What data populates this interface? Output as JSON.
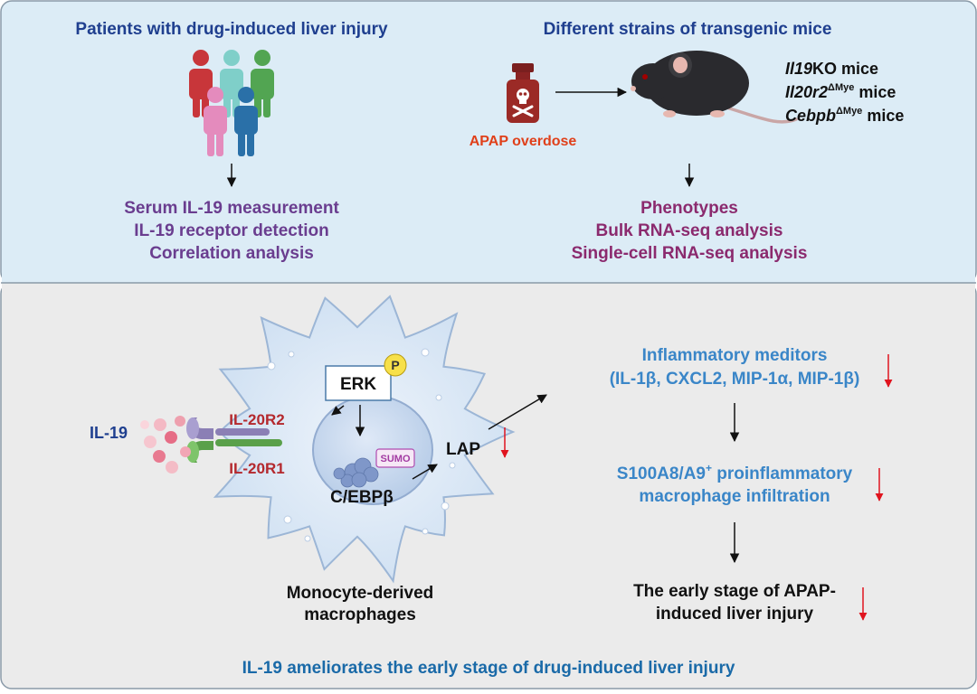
{
  "top": {
    "left_title": "Patients with drug-induced liver injury",
    "right_title": "Different strains of transgenic mice",
    "left_steps": [
      "Serum IL-19 measurement",
      "IL-19 receptor detection",
      "Correlation analysis"
    ],
    "apap_label": "APAP overdose",
    "mouse_strains": [
      {
        "gene": "Il19",
        "suffix": "KO mice",
        "sup": ""
      },
      {
        "gene": "Il20r2",
        "suffix": " mice",
        "sup": "ΔMye"
      },
      {
        "gene": "Cebpb",
        "suffix": " mice",
        "sup": "ΔMye"
      }
    ],
    "right_steps": [
      "Phenotypes",
      "Bulk RNA-seq analysis",
      "Single-cell RNA-seq analysis"
    ]
  },
  "bottom": {
    "ligand_label": "IL-19",
    "receptor_1": "IL-20R2",
    "receptor_2": "IL-20R1",
    "kinase": "ERK",
    "phospho": "P",
    "sumo": "SUMO",
    "tf": "C/EBPβ",
    "lap": "LAP",
    "cell_label": [
      "Monocyte-derived",
      "macrophages"
    ],
    "outcome_1": [
      "Inflammatory meditors",
      "(IL-1β, CXCL2, MIP-1α, MIP-1β)"
    ],
    "outcome_2_main": "S100A8/A9",
    "outcome_2_sup": "+",
    "outcome_2_rest": " proinflammatory",
    "outcome_2_line2": "macrophage infiltration",
    "outcome_3": [
      "The early stage of APAP-",
      "induced liver injury"
    ],
    "conclusion": "IL-19 ameliorates the early stage of drug-induced liver injury"
  },
  "colors": {
    "top_panel": "#dcecf6",
    "bottom_panel": "#ebebeb",
    "title_blue": "#1f3f8f",
    "purple": "#6a3d8f",
    "magenta": "#8b2a6e",
    "red_label": "#e0401a",
    "receptor_red": "#b4282d",
    "outcome_blue": "#3a86c8",
    "down_arrow": "#e0141e",
    "conclusion_blue": "#1a6aa8"
  }
}
